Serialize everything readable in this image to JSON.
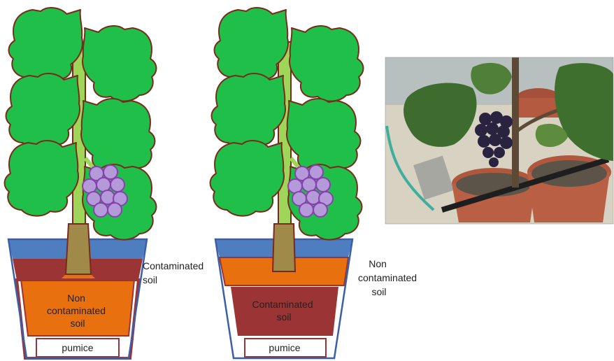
{
  "panels": [
    {
      "id": "pot-a",
      "side_label_lines": [
        "Contaminated",
        "soil"
      ],
      "inner_label_lines": [
        "Non",
        "contaminated",
        "soil"
      ],
      "bottom_label": "pumice",
      "colors": {
        "top_band": "#4f7ec0",
        "thin_layer": "#9b3535",
        "main_soil": "#e8700f",
        "pumice": "#ffffff"
      }
    },
    {
      "id": "pot-b",
      "side_label_lines": [
        "Non",
        "contaminated",
        "soil"
      ],
      "inner_label_lines": [
        "Contaminated",
        "soil"
      ],
      "bottom_label": "pumice",
      "colors": {
        "top_band": "#4f7ec0",
        "thin_layer": "#e8700f",
        "main_soil": "#9b3535",
        "pumice": "#ffffff"
      }
    }
  ],
  "photo": {
    "subject": "potted grapevine with dark grape cluster in greenhouse"
  },
  "colors": {
    "leaf": "#1fbf4a",
    "leaf_stroke": "#7a2a1a",
    "stem": "#9fd65a",
    "trunk": "#a08a4a",
    "grape": "#b49ad8",
    "grape_stroke": "#8a3fb0",
    "pot_outline": "#3a5fa8"
  }
}
